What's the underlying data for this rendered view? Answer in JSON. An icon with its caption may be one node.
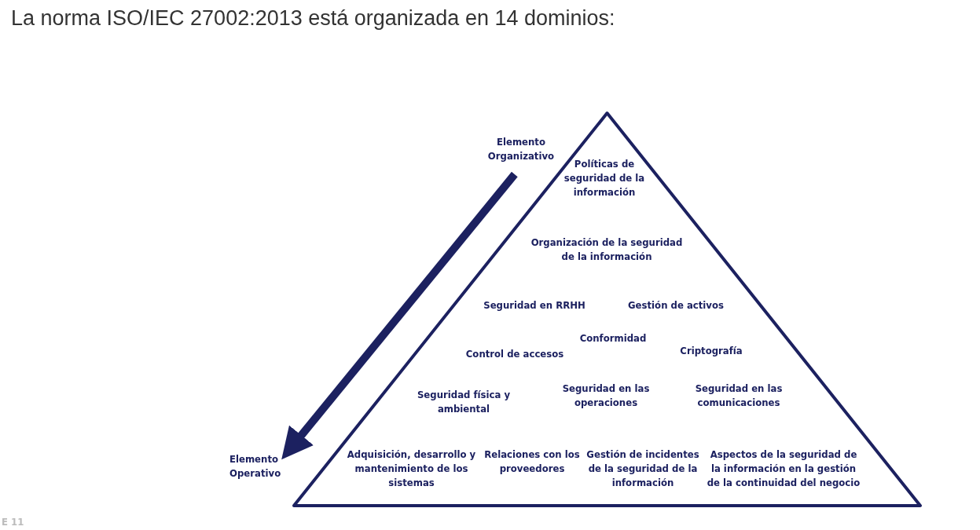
{
  "diagram": {
    "title": "La norma ISO/IEC 27002:2013 está organizada en 14 dominios:",
    "nodes": [
      {
        "text": [],
        "shape": "triangle"
      },
      {
        "text": [
          "Elemento Organizativo"
        ]
      },
      {
        "text": [
          "Elemento Operativo"
        ]
      }
    ],
    "edges": [
      {
        "from": 1,
        "to": 2,
        "arrow": "to"
      }
    ],
    "labels": [
      "Políticas de seguridad de la información",
      "Organización de la seguridad de la información",
      "Seguridad en RRHH",
      "Gestión de activos",
      "Conformidad",
      "Control de accesos",
      "Criptografía",
      "Seguridad física y ambiental",
      "Seguridad en las operaciones",
      "Seguridad en las comunicaciones",
      "Adquisición, desarrollo y mantenimiento de los sistemas",
      "Relaciones con los proveedores",
      "Gestión de incidentes de la seguridad de la información",
      "Aspectos de la seguridad de la información en la gestión de la continuidad del negocio",
      "E 11"
    ]
  }
}
